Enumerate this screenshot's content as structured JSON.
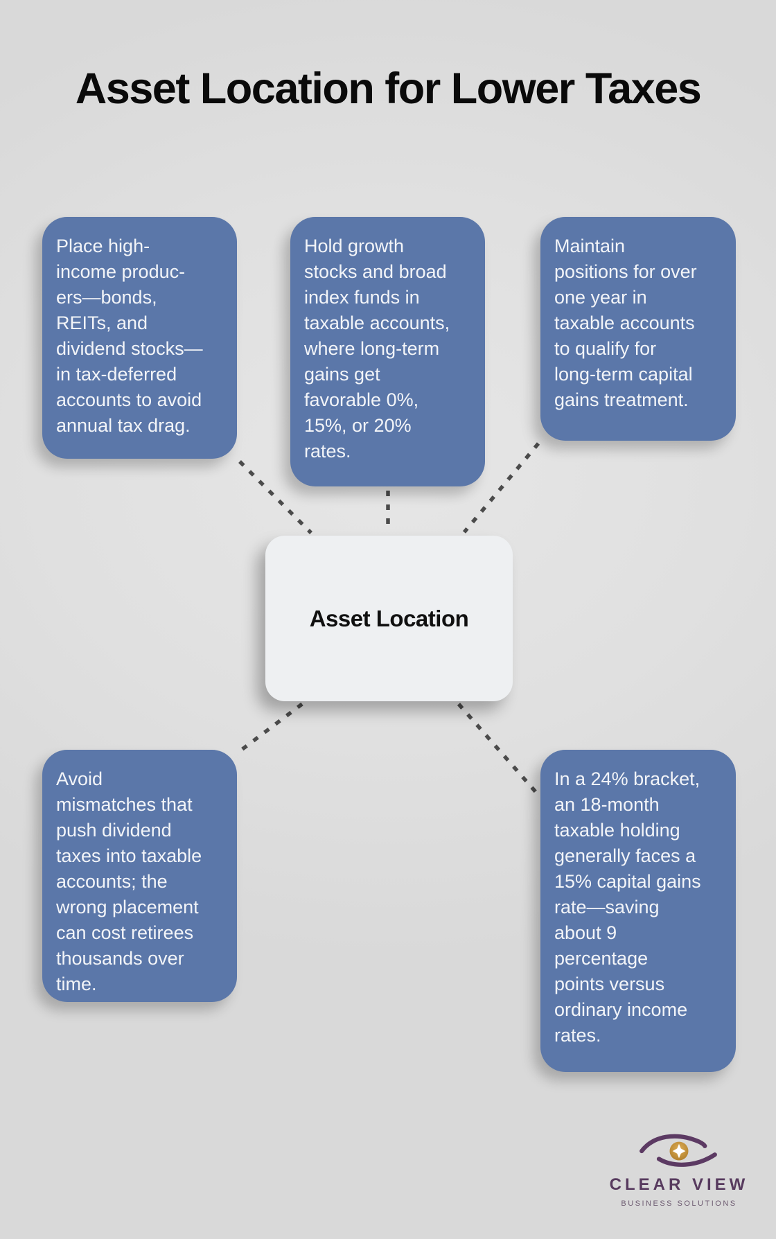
{
  "title": "Asset Location for Lower Taxes",
  "center_node": {
    "label": "Asset Location"
  },
  "cards": [
    {
      "id": "tax-deferred-placement",
      "text": "Place high-\nincome produc-\ners—bonds,\nREITs, and\ndividend stocks—\nin tax-deferred\naccounts to avoid\nannual tax drag."
    },
    {
      "id": "taxable-growth",
      "text": "Hold growth\nstocks and broad\nindex funds in\ntaxable accounts,\nwhere long-term\ngains get\nfavorable 0%,\n15%, or 20%\nrates."
    },
    {
      "id": "holding-period",
      "text": "Maintain\npositions for over\none year in\ntaxable accounts\nto qualify for\nlong-term capital\ngains treatment."
    },
    {
      "id": "avoid-mismatches",
      "text": "Avoid\nmismatches that\npush dividend\ntaxes into taxable\naccounts; the\nwrong placement\ncan cost retirees\nthousands over\ntime."
    },
    {
      "id": "bracket-example",
      "text": "In a 24% bracket,\nan 18-month\ntaxable holding\ngenerally faces a\n15% capital gains\nrate—saving\nabout 9\npercentage\npoints versus\nordinary income\nrates."
    }
  ],
  "logo": {
    "brand": "CLEAR VIEW",
    "tagline": "BUSINESS SOLUTIONS"
  },
  "colors": {
    "card_blue": "#5b77a9",
    "card_text": "#f2f4f8",
    "background": "#e0e0e0",
    "node_bg": "#eef0f2",
    "connector": "#4b4b4b",
    "title_color": "#0a0a0a",
    "logo_purple": "#573a5e",
    "logo_gold": "#c3923c"
  }
}
